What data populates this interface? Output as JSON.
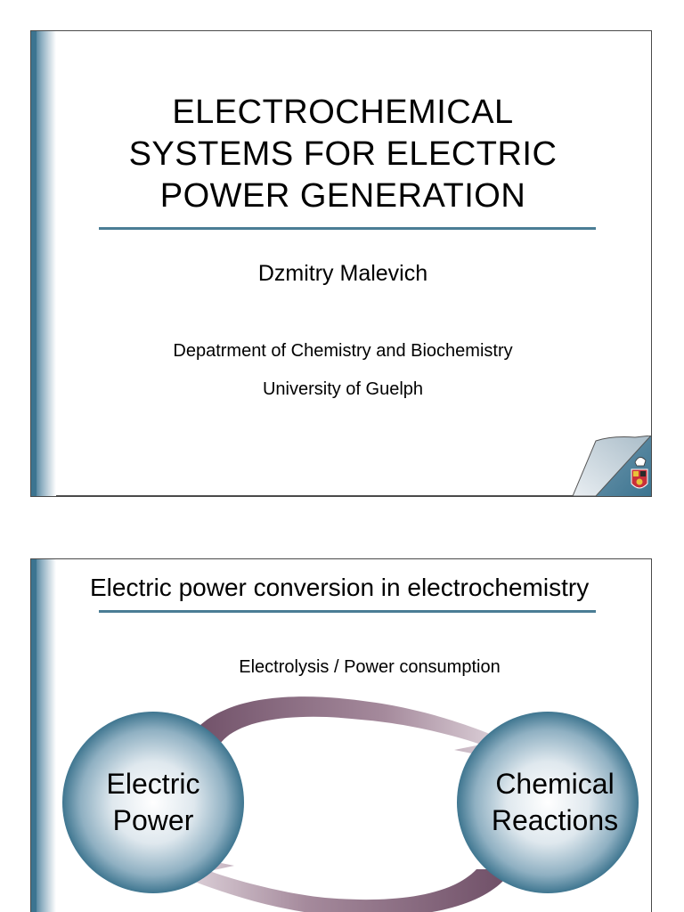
{
  "slides": [
    {
      "title_lines": [
        "ELECTROCHEMICAL",
        "SYSTEMS FOR ELECTRIC",
        "POWER GENERATION"
      ],
      "author": "Dzmitry Malevich",
      "department": "Depatrment of Chemistry and Biochemistry",
      "university": "University of Guelph",
      "logo_icon": "university-crest-icon"
    },
    {
      "title": "Electric power conversion in electrochemistry",
      "process_label": "Electrolysis / Power consumption",
      "left_node": [
        "Electric",
        "Power"
      ],
      "right_node": [
        "Chemical",
        "Reactions"
      ]
    }
  ],
  "colors": {
    "accent": "#4a7d95",
    "sidebar": "#3c7490",
    "arrow": "#7d5d73",
    "circle_edge": "#3f7690"
  }
}
